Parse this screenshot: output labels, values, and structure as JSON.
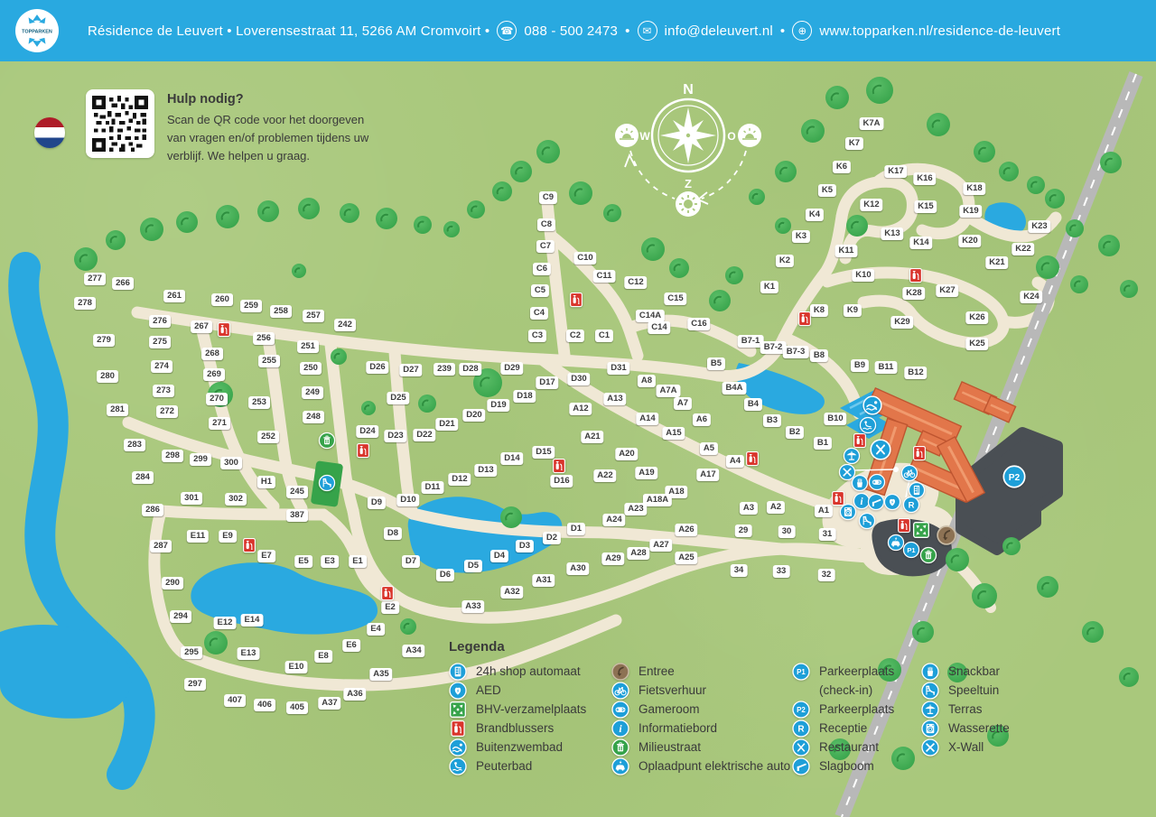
{
  "header": {
    "logo_text": "TOPPARKEN",
    "title": "Résidence de Leuvert • Loverensestraat 11, 5266 AM Cromvoirt •",
    "phone": "088 - 500 2473",
    "sep": "•",
    "email": "info@deleuvert.nl",
    "website": "www.topparken.nl/residence-de-leuvert"
  },
  "help": {
    "title": "Hulp nodig?",
    "line1": "Scan de QR code voor het doorgeven",
    "line2": "van vragen en/of problemen tijdens uw",
    "line3": "verblijf. We helpen u graag."
  },
  "compass": {
    "north": "N",
    "east": "O",
    "south": "Z",
    "west": "W"
  },
  "legend": {
    "title": "Legenda",
    "columns": [
      [
        {
          "icon": "shop24",
          "label": "24h shop automaat"
        },
        {
          "icon": "aed",
          "label": "AED"
        },
        {
          "icon": "bhv",
          "label": "BHV-verzamelplaats"
        },
        {
          "icon": "brand",
          "label": "Brandblussers"
        },
        {
          "icon": "zwembad",
          "label": "Buitenzwembad"
        },
        {
          "icon": "peuterbad",
          "label": "Peuterbad"
        }
      ],
      [
        {
          "icon": "entree",
          "label": "Entree"
        },
        {
          "icon": "fiets",
          "label": "Fietsverhuur"
        },
        {
          "icon": "gameroom",
          "label": "Gameroom"
        },
        {
          "icon": "info",
          "label": "Informatiebord"
        },
        {
          "icon": "milieu",
          "label": "Milieustraat"
        },
        {
          "icon": "oplaad",
          "label": "Oplaadpunt elektrische auto"
        }
      ],
      [
        {
          "icon": "p1",
          "label": "Parkeerplaats",
          "label2": "(check-in)"
        },
        {
          "icon": "p2",
          "label": "Parkeerplaats"
        },
        {
          "icon": "receptie",
          "label": "Receptie"
        },
        {
          "icon": "restaurant",
          "label": "Restaurant"
        },
        {
          "icon": "slagboom",
          "label": "Slagboom"
        }
      ],
      [
        {
          "icon": "snackbar",
          "label": "Snackbar"
        },
        {
          "icon": "speeltuin",
          "label": "Speeltuin"
        },
        {
          "icon": "terras",
          "label": "Terras"
        },
        {
          "icon": "wasserette",
          "label": "Wasserette"
        },
        {
          "icon": "xwall",
          "label": "X-Wall"
        }
      ]
    ]
  },
  "map": {
    "labels": [
      [
        "277",
        105,
        309
      ],
      [
        "266",
        136,
        314
      ],
      [
        "278",
        94,
        336
      ],
      [
        "261",
        193,
        328
      ],
      [
        "260",
        246,
        332
      ],
      [
        "259",
        278,
        339
      ],
      [
        "258",
        311,
        345
      ],
      [
        "257",
        347,
        350
      ],
      [
        "242",
        382,
        360
      ],
      [
        "276",
        177,
        356
      ],
      [
        "267",
        223,
        362
      ],
      [
        "256",
        292,
        375
      ],
      [
        "251",
        341,
        384
      ],
      [
        "279",
        115,
        377
      ],
      [
        "275",
        177,
        379
      ],
      [
        "268",
        235,
        392
      ],
      [
        "255",
        298,
        400
      ],
      [
        "250",
        344,
        408
      ],
      [
        "274",
        179,
        406
      ],
      [
        "269",
        237,
        415
      ],
      [
        "280",
        119,
        417
      ],
      [
        "273",
        181,
        433
      ],
      [
        "270",
        240,
        442
      ],
      [
        "249",
        346,
        435
      ],
      [
        "253",
        287,
        446
      ],
      [
        "281",
        130,
        454
      ],
      [
        "272",
        185,
        456
      ],
      [
        "271",
        243,
        469
      ],
      [
        "248",
        347,
        462
      ],
      [
        "252",
        297,
        484
      ],
      [
        "283",
        149,
        493
      ],
      [
        "298",
        191,
        505
      ],
      [
        "299",
        222,
        509
      ],
      [
        "300",
        256,
        513
      ],
      [
        "284",
        158,
        529
      ],
      [
        "H1",
        295,
        534
      ],
      [
        "245",
        329,
        545
      ],
      [
        "301",
        212,
        552
      ],
      [
        "302",
        261,
        553
      ],
      [
        "286",
        169,
        565
      ],
      [
        "387",
        329,
        571
      ],
      [
        "287",
        178,
        605
      ],
      [
        "290",
        191,
        646
      ],
      [
        "294",
        200,
        683
      ],
      [
        "295",
        212,
        723
      ],
      [
        "297",
        216,
        758
      ],
      [
        "407",
        260,
        776
      ],
      [
        "406",
        293,
        781
      ],
      [
        "405",
        329,
        784
      ],
      [
        "C9",
        607,
        219
      ],
      [
        "C8",
        605,
        249
      ],
      [
        "C7",
        604,
        273
      ],
      [
        "C10",
        648,
        286
      ],
      [
        "C6",
        600,
        298
      ],
      [
        "C11",
        669,
        306
      ],
      [
        "C12",
        704,
        313
      ],
      [
        "C5",
        598,
        322
      ],
      [
        "C15",
        748,
        331
      ],
      [
        "C4",
        597,
        347
      ],
      [
        "C14A",
        720,
        350
      ],
      [
        "C14",
        730,
        363
      ],
      [
        "C16",
        774,
        359
      ],
      [
        "C3",
        595,
        372
      ],
      [
        "C2",
        637,
        372
      ],
      [
        "C1",
        669,
        372
      ],
      [
        "D26",
        418,
        407
      ],
      [
        "D27",
        455,
        410
      ],
      [
        "239",
        492,
        409
      ],
      [
        "D28",
        521,
        409
      ],
      [
        "D29",
        567,
        408
      ],
      [
        "D31",
        685,
        408
      ],
      [
        "D30",
        641,
        420
      ],
      [
        "D17",
        606,
        424
      ],
      [
        "D25",
        441,
        441
      ],
      [
        "D18",
        581,
        439
      ],
      [
        "D19",
        552,
        449
      ],
      [
        "D20",
        525,
        460
      ],
      [
        "D21",
        495,
        470
      ],
      [
        "D24",
        407,
        478
      ],
      [
        "D23",
        438,
        483
      ],
      [
        "D22",
        470,
        482
      ],
      [
        "D15",
        602,
        501
      ],
      [
        "D14",
        567,
        508
      ],
      [
        "D13",
        538,
        521
      ],
      [
        "D12",
        509,
        531
      ],
      [
        "D16",
        622,
        533
      ],
      [
        "D11",
        479,
        540
      ],
      [
        "D10",
        452,
        554
      ],
      [
        "D9",
        417,
        557
      ],
      [
        "D8",
        435,
        591
      ],
      [
        "D7",
        455,
        622
      ],
      [
        "D6",
        493,
        637
      ],
      [
        "D5",
        524,
        627
      ],
      [
        "D4",
        553,
        616
      ],
      [
        "D3",
        581,
        605
      ],
      [
        "D2",
        611,
        596
      ],
      [
        "D1",
        638,
        586
      ],
      [
        "A8",
        716,
        422
      ],
      [
        "A7A",
        740,
        433
      ],
      [
        "A7",
        756,
        447
      ],
      [
        "A13",
        681,
        442
      ],
      [
        "A12",
        643,
        453
      ],
      [
        "A14",
        717,
        464
      ],
      [
        "A6",
        777,
        465
      ],
      [
        "A15",
        746,
        480
      ],
      [
        "A21",
        656,
        484
      ],
      [
        "A5",
        785,
        497
      ],
      [
        "A20",
        694,
        503
      ],
      [
        "A4",
        814,
        511
      ],
      [
        "A22",
        670,
        527
      ],
      [
        "A19",
        716,
        524
      ],
      [
        "A17",
        784,
        526
      ],
      [
        "A18",
        749,
        545
      ],
      [
        "A18A",
        728,
        554
      ],
      [
        "A23",
        704,
        564
      ],
      [
        "A24",
        680,
        576
      ],
      [
        "A3",
        829,
        563
      ],
      [
        "A2",
        859,
        562
      ],
      [
        "A1",
        912,
        566
      ],
      [
        "A26",
        760,
        587
      ],
      [
        "29",
        823,
        588
      ],
      [
        "30",
        871,
        589
      ],
      [
        "31",
        916,
        592
      ],
      [
        "A27",
        732,
        604
      ],
      [
        "A28",
        707,
        613
      ],
      [
        "A29",
        679,
        619
      ],
      [
        "A25",
        760,
        618
      ],
      [
        "A30",
        640,
        630
      ],
      [
        "34",
        818,
        632
      ],
      [
        "33",
        865,
        633
      ],
      [
        "32",
        915,
        637
      ],
      [
        "A31",
        602,
        643
      ],
      [
        "A32",
        567,
        656
      ],
      [
        "A33",
        524,
        672
      ],
      [
        "A34",
        458,
        721
      ],
      [
        "A35",
        422,
        747
      ],
      [
        "A36",
        393,
        769
      ],
      [
        "A37",
        365,
        779
      ],
      [
        "E11",
        219,
        594
      ],
      [
        "E9",
        252,
        594
      ],
      [
        "E7",
        295,
        616
      ],
      [
        "E5",
        336,
        622
      ],
      [
        "E3",
        365,
        622
      ],
      [
        "E1",
        396,
        622
      ],
      [
        "E2",
        432,
        673
      ],
      [
        "E4",
        416,
        697
      ],
      [
        "E6",
        389,
        715
      ],
      [
        "E8",
        358,
        727
      ],
      [
        "E10",
        328,
        739
      ],
      [
        "E12",
        249,
        690
      ],
      [
        "E14",
        279,
        687
      ],
      [
        "E13",
        275,
        724
      ],
      [
        "B7-1",
        831,
        378
      ],
      [
        "B7-2",
        856,
        385
      ],
      [
        "B7-3",
        881,
        390
      ],
      [
        "B8",
        907,
        394
      ],
      [
        "B5",
        793,
        403
      ],
      [
        "B9",
        952,
        405
      ],
      [
        "B11",
        981,
        407
      ],
      [
        "B12",
        1014,
        413
      ],
      [
        "B4A",
        813,
        430
      ],
      [
        "B4",
        834,
        448
      ],
      [
        "B3",
        855,
        466
      ],
      [
        "B2",
        880,
        479
      ],
      [
        "B10",
        925,
        464
      ],
      [
        "B1",
        911,
        491
      ],
      [
        "K7A",
        965,
        137
      ],
      [
        "K7",
        946,
        159
      ],
      [
        "K6",
        932,
        185
      ],
      [
        "K17",
        992,
        190
      ],
      [
        "K16",
        1024,
        198
      ],
      [
        "K5",
        916,
        211
      ],
      [
        "K18",
        1079,
        209
      ],
      [
        "K12",
        965,
        227
      ],
      [
        "K15",
        1025,
        229
      ],
      [
        "K4",
        902,
        238
      ],
      [
        "K19",
        1075,
        234
      ],
      [
        "K13",
        988,
        259
      ],
      [
        "K3",
        887,
        262
      ],
      [
        "K14",
        1020,
        269
      ],
      [
        "K20",
        1074,
        267
      ],
      [
        "K23",
        1151,
        251
      ],
      [
        "K22",
        1133,
        276
      ],
      [
        "K11",
        937,
        278
      ],
      [
        "K2",
        869,
        289
      ],
      [
        "K21",
        1104,
        291
      ],
      [
        "K1",
        852,
        318
      ],
      [
        "K10",
        956,
        305
      ],
      [
        "K28",
        1012,
        325
      ],
      [
        "K27",
        1049,
        322
      ],
      [
        "K24",
        1142,
        329
      ],
      [
        "K8",
        907,
        344
      ],
      [
        "K9",
        944,
        344
      ],
      [
        "K29",
        999,
        357
      ],
      [
        "K26",
        1082,
        352
      ],
      [
        "K25",
        1082,
        381
      ]
    ],
    "icons": [
      [
        "brand",
        248,
        365
      ],
      [
        "brand",
        638,
        332
      ],
      [
        "brand",
        1014,
        305
      ],
      [
        "brand",
        891,
        353
      ],
      [
        "brand",
        402,
        499
      ],
      [
        "brand",
        619,
        516
      ],
      [
        "brand",
        833,
        508
      ],
      [
        "brand",
        276,
        604
      ],
      [
        "brand",
        429,
        657
      ],
      [
        "brand",
        952,
        488
      ],
      [
        "brand",
        1018,
        502
      ],
      [
        "brand",
        928,
        552
      ],
      [
        "brand",
        1001,
        582
      ],
      [
        "milieu",
        362,
        488
      ],
      [
        "milieu",
        1028,
        615
      ],
      [
        "bhv",
        1020,
        587
      ],
      [
        "speeltuin",
        362,
        535
      ],
      [
        "speeltuin",
        960,
        577
      ],
      [
        "zwembad",
        966,
        449
      ],
      [
        "peuterbad",
        961,
        471
      ],
      [
        "restaurant",
        975,
        498
      ],
      [
        "terras",
        943,
        505
      ],
      [
        "xwall",
        938,
        523
      ],
      [
        "snackbar",
        952,
        535
      ],
      [
        "gameroom",
        971,
        534
      ],
      [
        "fiets",
        1007,
        524
      ],
      [
        "shop24",
        1015,
        543
      ],
      [
        "info",
        954,
        555
      ],
      [
        "slagboom",
        970,
        556
      ],
      [
        "aed",
        988,
        556
      ],
      [
        "receptie",
        1009,
        559
      ],
      [
        "wasserette",
        939,
        567
      ],
      [
        "oplaad",
        992,
        601
      ],
      [
        "p1",
        1009,
        609
      ],
      [
        "entree",
        1048,
        593
      ],
      [
        "p2",
        1123,
        528
      ]
    ]
  },
  "colors": {
    "header": "#29A9E0",
    "grass": "#A9C87C",
    "water": "#2AA9E0",
    "road": "#F0E8D5",
    "asphalt": "#B8B8B8",
    "building": "#E2764A",
    "parking": "#4A4F54",
    "icon_blue": "#1E9FD8",
    "icon_green": "#36A34A",
    "icon_red": "#D9352C",
    "entree": "#8D7254",
    "label_text": "#3C3C3C"
  }
}
